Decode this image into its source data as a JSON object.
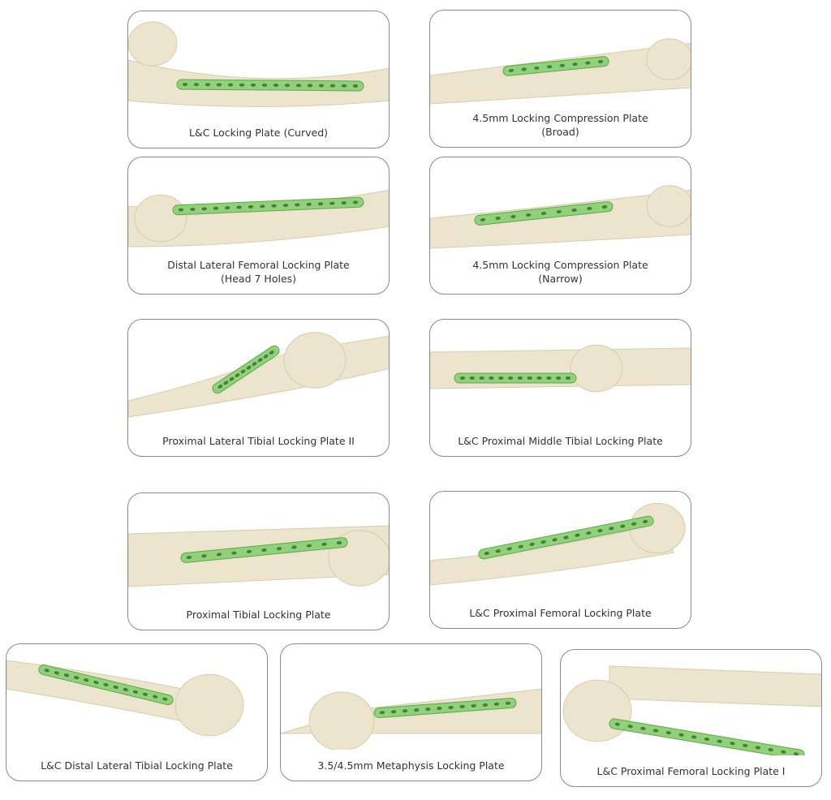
{
  "products": [
    {
      "title": "L&C Locking Plate (Curved)",
      "subtitle": ""
    },
    {
      "title": "4.5mm Locking Compression Plate",
      "subtitle": "(Broad)"
    },
    {
      "title": "Distal Lateral Femoral Locking Plate",
      "subtitle": "(Head 7 Holes)"
    },
    {
      "title": "4.5mm Locking Compression Plate",
      "subtitle": "(Narrow)"
    },
    {
      "title": "Proximal Lateral Tibial Locking Plate II",
      "subtitle": ""
    },
    {
      "title": "L&C Proximal Middle Tibial Locking Plate",
      "subtitle": ""
    },
    {
      "title": "Proximal Tibial Locking Plate",
      "subtitle": ""
    },
    {
      "title": "L&C Proximal Femoral Locking Plate",
      "subtitle": ""
    },
    {
      "title": "L&C Distal Lateral Tibial Locking Plate",
      "subtitle": ""
    },
    {
      "title": "3.5/4.5mm Metaphysis Locking Plate",
      "subtitle": ""
    },
    {
      "title": "L&C Proximal Femoral Locking Plate I",
      "subtitle": ""
    }
  ],
  "colors": {
    "bone": "#ece4cc",
    "bone_shade": "#d6cdb0",
    "plate": "#8fd27a",
    "plate_edge": "#5ea84a",
    "border": "#8a8a8a"
  }
}
